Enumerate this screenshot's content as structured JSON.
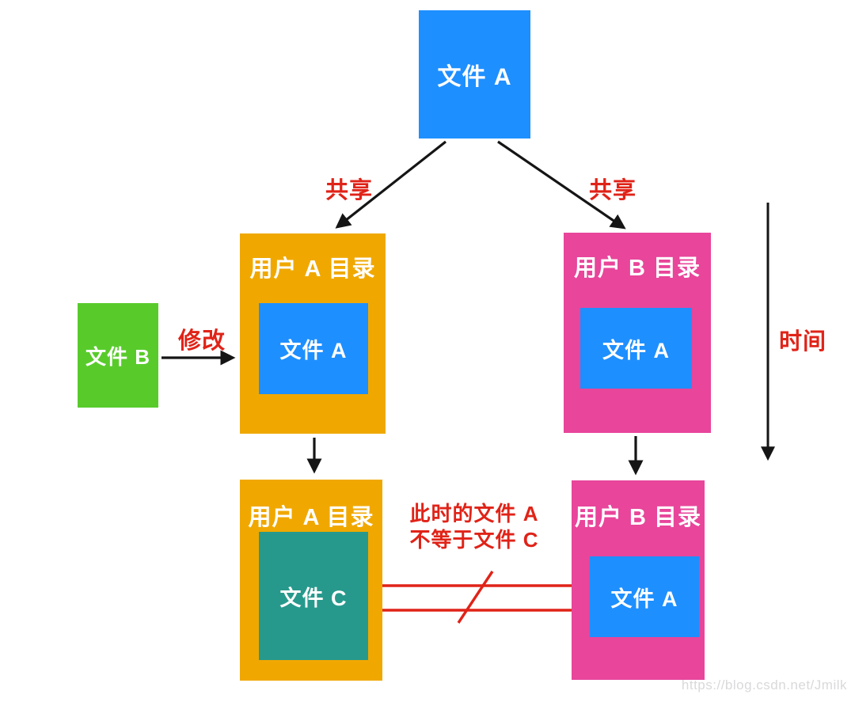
{
  "diagram": {
    "nodes": {
      "file_a_top": {
        "label": "文件 A",
        "color": "#1e8fff"
      },
      "user_a_dir_top": {
        "title": "用户 A 目录",
        "color": "#f0a800",
        "child": {
          "label": "文件 A",
          "color": "#1e8fff"
        }
      },
      "user_b_dir_top": {
        "title": "用户 B 目录",
        "color": "#e8459b",
        "child": {
          "label": "文件 A",
          "color": "#1e8fff"
        }
      },
      "file_b": {
        "label": "文件 B",
        "color": "#58cb2b"
      },
      "user_a_dir_bottom": {
        "title": "用户 A 目录",
        "color": "#f0a800",
        "child": {
          "label": "文件 C",
          "color": "#27998c"
        }
      },
      "user_b_dir_bottom": {
        "title": "用户 B 目录",
        "color": "#e8459b",
        "child": {
          "label": "文件 A",
          "color": "#1e8fff"
        }
      }
    },
    "edge_labels": {
      "share_left": "共享",
      "share_right": "共享",
      "modify": "修改",
      "time": "时间"
    },
    "note": {
      "line1": "此时的文件 A",
      "line2": "不等于文件 C"
    },
    "colors": {
      "arrow_black": "#151515",
      "annotation_red": "#e02318",
      "background": "#ffffff"
    },
    "watermark": "https://blog.csdn.net/Jmilk"
  }
}
